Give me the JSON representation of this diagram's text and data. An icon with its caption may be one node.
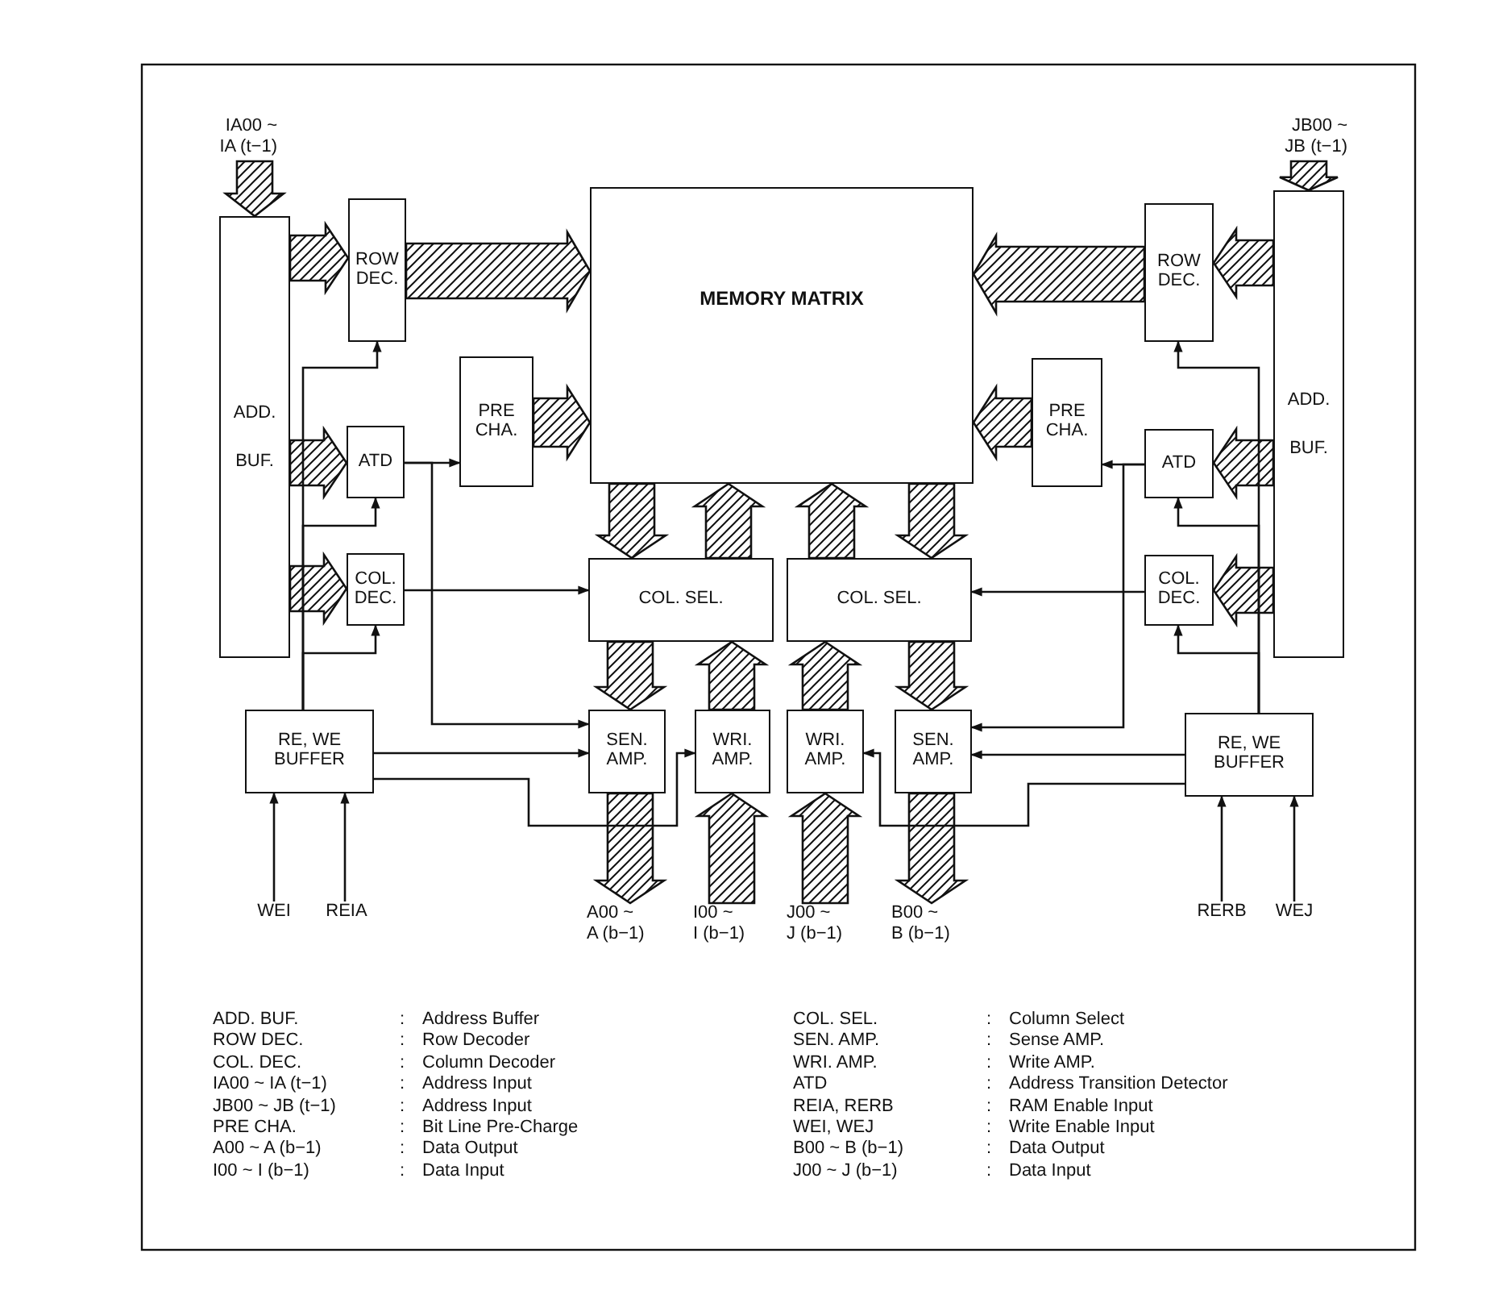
{
  "diagram": {
    "nodes": [
      {
        "text": [
          "IA00 ~ IA (t−1)"
        ]
      },
      {
        "text": [
          "ADD. BUF."
        ]
      },
      {
        "text": [
          "ROW DEC."
        ]
      },
      {
        "text": [
          "MEMORY MATRIX"
        ]
      },
      {
        "text": [
          "PRE CHA."
        ]
      },
      {
        "text": [
          "ATD"
        ]
      },
      {
        "text": [
          "COL. DEC."
        ]
      },
      {
        "text": [
          "COL. SEL."
        ]
      },
      {
        "text": [
          "COL. SEL."
        ]
      },
      {
        "text": [
          "RE, WE BUFFER"
        ]
      },
      {
        "text": [
          "SEN. AMP."
        ]
      },
      {
        "text": [
          "WRI. AMP."
        ]
      },
      {
        "text": [
          "WRI. AMP."
        ]
      },
      {
        "text": [
          "SEN. AMP."
        ]
      },
      {
        "text": [
          "JB00 ~ JB (t−1)"
        ]
      },
      {
        "text": [
          "ADD. BUF."
        ]
      },
      {
        "text": [
          "ROW DEC."
        ]
      },
      {
        "text": [
          "PRE CHA."
        ]
      },
      {
        "text": [
          "ATD"
        ]
      },
      {
        "text": [
          "COL. DEC."
        ]
      },
      {
        "text": [
          "RE, WE BUFFER"
        ]
      },
      {
        "text": [
          "A00 ~ A (b−1)"
        ]
      },
      {
        "text": [
          "I00 ~ I (b−1)"
        ]
      },
      {
        "text": [
          "J00 ~ J (b−1)"
        ]
      },
      {
        "text": [
          "B00 ~ B (b−1)"
        ]
      },
      {
        "text": [
          "WEI"
        ]
      },
      {
        "text": [
          "REIA"
        ]
      },
      {
        "text": [
          "RERB"
        ]
      },
      {
        "text": [
          "WEJ"
        ]
      }
    ],
    "edges": [
      {
        "from": 0,
        "to": 1,
        "arrow": "to",
        "style": "thick"
      },
      {
        "from": 1,
        "to": 2,
        "arrow": "to",
        "style": "thick"
      },
      {
        "from": 1,
        "to": 5,
        "arrow": "to",
        "style": "thick"
      },
      {
        "from": 1,
        "to": 6,
        "arrow": "to",
        "style": "thick"
      },
      {
        "from": 2,
        "to": 3,
        "arrow": "to",
        "style": "thick"
      },
      {
        "from": 4,
        "to": 3,
        "arrow": "to",
        "style": "thick"
      },
      {
        "from": 3,
        "to": 7,
        "arrow": "to",
        "style": "thick"
      },
      {
        "from": 7,
        "to": 3,
        "arrow": "to",
        "style": "thick"
      },
      {
        "from": 8,
        "to": 3,
        "arrow": "to",
        "style": "thick"
      },
      {
        "from": 3,
        "to": 8,
        "arrow": "to",
        "style": "thick"
      },
      {
        "from": 7,
        "to": 10,
        "arrow": "to",
        "style": "thick"
      },
      {
        "from": 11,
        "to": 7,
        "arrow": "to",
        "style": "thick"
      },
      {
        "from": 12,
        "to": 8,
        "arrow": "to",
        "style": "thick"
      },
      {
        "from": 8,
        "to": 13,
        "arrow": "to",
        "style": "thick"
      },
      {
        "from": 10,
        "to": 21,
        "arrow": "to",
        "style": "thick"
      },
      {
        "from": 22,
        "to": 11,
        "arrow": "to",
        "style": "thick"
      },
      {
        "from": 23,
        "to": 12,
        "arrow": "to",
        "style": "thick"
      },
      {
        "from": 13,
        "to": 24,
        "arrow": "to",
        "style": "thick"
      },
      {
        "from": 14,
        "to": 15,
        "arrow": "to",
        "style": "thick"
      },
      {
        "from": 15,
        "to": 16,
        "arrow": "to",
        "style": "thick"
      },
      {
        "from": 15,
        "to": 18,
        "arrow": "to",
        "style": "thick"
      },
      {
        "from": 15,
        "to": 19,
        "arrow": "to",
        "style": "thick"
      },
      {
        "from": 16,
        "to": 3,
        "arrow": "to",
        "style": "thick"
      },
      {
        "from": 17,
        "to": 3,
        "arrow": "to",
        "style": "thick"
      },
      {
        "from": 9,
        "to": 2,
        "arrow": "to"
      },
      {
        "from": 9,
        "to": 5,
        "arrow": "to"
      },
      {
        "from": 9,
        "to": 6,
        "arrow": "to"
      },
      {
        "from": 5,
        "to": 4,
        "arrow": "to"
      },
      {
        "from": 5,
        "to": 10,
        "arrow": "to"
      },
      {
        "from": 6,
        "to": 7,
        "arrow": "to"
      },
      {
        "from": 9,
        "to": 10,
        "arrow": "to"
      },
      {
        "from": 9,
        "to": 11,
        "arrow": "to"
      },
      {
        "from": 25,
        "to": 9,
        "arrow": "to"
      },
      {
        "from": 26,
        "to": 9,
        "arrow": "to"
      },
      {
        "from": 20,
        "to": 16,
        "arrow": "to"
      },
      {
        "from": 20,
        "to": 18,
        "arrow": "to"
      },
      {
        "from": 20,
        "to": 19,
        "arrow": "to"
      },
      {
        "from": 18,
        "to": 17,
        "arrow": "to"
      },
      {
        "from": 18,
        "to": 13,
        "arrow": "to"
      },
      {
        "from": 19,
        "to": 8,
        "arrow": "to"
      },
      {
        "from": 20,
        "to": 13,
        "arrow": "to"
      },
      {
        "from": 20,
        "to": 12,
        "arrow": "to"
      },
      {
        "from": 27,
        "to": 20,
        "arrow": "to"
      },
      {
        "from": 28,
        "to": 20,
        "arrow": "to"
      }
    ],
    "labels": [
      "ADD. BUF.",
      ":",
      "Address Buffer",
      "COL. SEL.",
      ":",
      "Column Select",
      "ROW DEC.",
      ":",
      "Row Decoder",
      "SEN. AMP.",
      ":",
      "Sense AMP.",
      "COL. DEC.",
      ":",
      "Column Decoder",
      "WRI. AMP.",
      ":",
      "Write AMP.",
      "IA00 ~ IA (t−1)",
      ":",
      "Address Input",
      "ATD",
      ":",
      "Address Transition Detector",
      "JB00 ~ JB (t−1)",
      ":",
      "Address Input",
      "REIA, RERB",
      ":",
      "RAM Enable Input",
      "PRE CHA.",
      ":",
      "Bit Line Pre-Charge",
      "WEI, WEJ",
      ":",
      "Write Enable Input",
      "A00 ~ A (b−1)",
      ":",
      "Data Output",
      "B00 ~ B (b−1)",
      ":",
      "Data Output",
      "I00 ~ I (b−1)",
      ":",
      "Data Input",
      "J00 ~ J (b−1)",
      ":",
      "Data Input"
    ]
  }
}
